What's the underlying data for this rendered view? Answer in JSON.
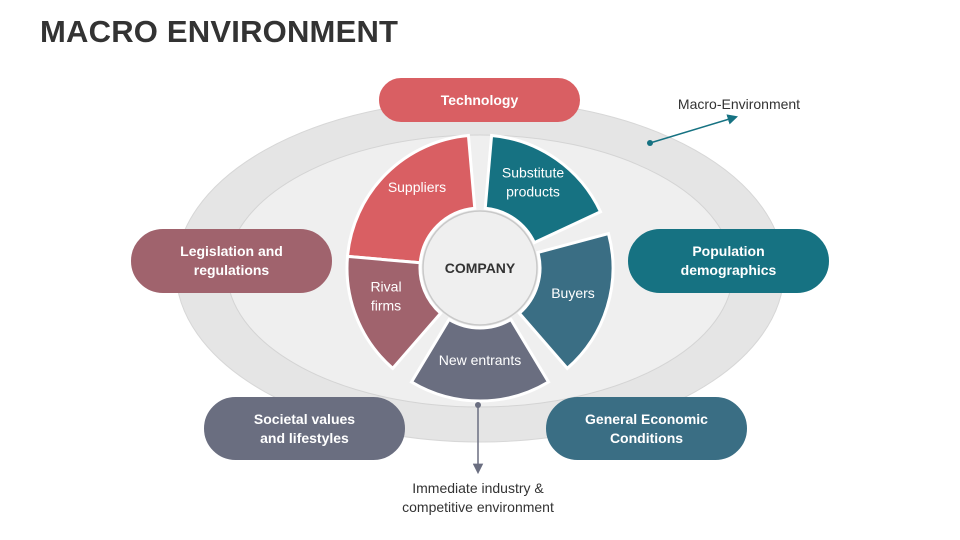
{
  "title": "MACRO ENVIRONMENT",
  "center": "COMPANY",
  "segments": [
    {
      "id": "suppliers",
      "lines": [
        "Suppliers"
      ],
      "color": "#D95F63"
    },
    {
      "id": "substitute-products",
      "lines": [
        "Substitute",
        "products"
      ],
      "color": "#167282"
    },
    {
      "id": "buyers",
      "lines": [
        "Buyers"
      ],
      "color": "#3A6E84"
    },
    {
      "id": "new-entrants",
      "lines": [
        "New entrants"
      ],
      "color": "#6A6E80"
    },
    {
      "id": "rival-firms",
      "lines": [
        "Rival",
        "firms"
      ],
      "color": "#A0636D"
    }
  ],
  "factors": {
    "technology": {
      "label": "Technology",
      "color": "#D95F63"
    },
    "legislation": {
      "label": "Legislation and\nregulations",
      "color": "#A0636D"
    },
    "population": {
      "label": "Population\ndemographics",
      "color": "#167282"
    },
    "societal": {
      "label": "Societal values\nand lifestyles",
      "color": "#6A6E80"
    },
    "economic": {
      "label": "General Economic\nConditions",
      "color": "#3A6E84"
    }
  },
  "annotations": {
    "macro": "Macro-Environment",
    "industry": "Immediate industry &\ncompetitive environment"
  },
  "colors": {
    "outer_ring": "#E5E5E5",
    "inner_ellipse": "#EFEFEF",
    "arrow_teal": "#167282",
    "arrow_gray": "#6A6E80"
  }
}
